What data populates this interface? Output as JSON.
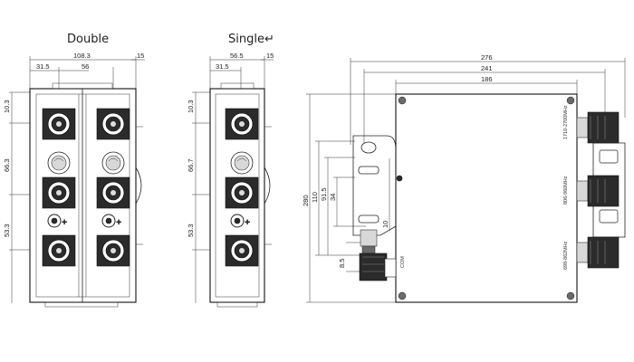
{
  "views": {
    "double": {
      "title": "Double",
      "dims": {
        "width": "108.3",
        "left_offset": "31.5",
        "center": "56",
        "side": "15",
        "pitch_top": "10.3",
        "pitch_mid": "66.3",
        "pitch_bot": "53.3"
      }
    },
    "single": {
      "title": "Single↵",
      "dims": {
        "width": "56.5",
        "left_offset": "31.5",
        "side": "15",
        "pitch_top": "10.3",
        "pitch_mid": "66.7",
        "pitch_bot": "53.3"
      }
    },
    "side": {
      "dims": {
        "total_length": "276",
        "length_mid": "241",
        "length_inner": "186",
        "height_overall": "280",
        "h_110": "110",
        "h_915": "91.5",
        "h_34": "34",
        "h_10": "10",
        "h_85": "8.5"
      },
      "port_labels": [
        "1710-2700MHz",
        "806-960MHz",
        "698-862MHz"
      ],
      "com_label": "COM"
    }
  }
}
